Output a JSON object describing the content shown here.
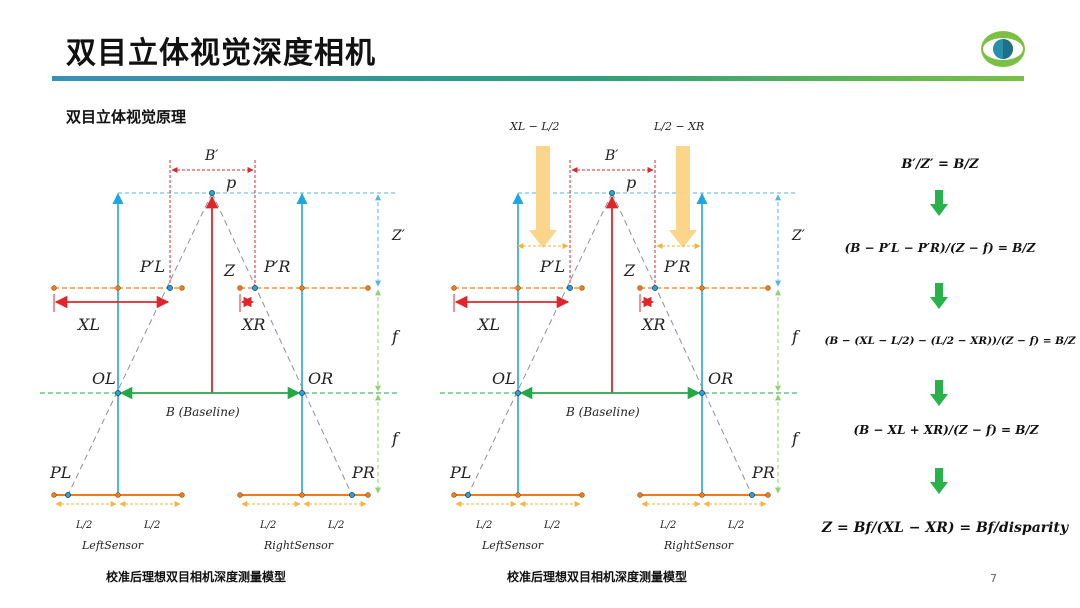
{
  "page": {
    "title": "双目立体视觉深度相机",
    "subtitle": "双目立体视觉原理",
    "page_number": "7"
  },
  "left_diagram": {
    "caption": "校准后理想双目相机深度测量模型",
    "labels": {
      "b_prime": "B′",
      "p": "p",
      "z_prime": "Z′",
      "pl_prime": "P′L",
      "pr_prime": "P′R",
      "z": "Z",
      "xl": "XL",
      "xr": "XR",
      "f_upper": "f",
      "f_lower": "f",
      "ol": "OL",
      "or": "OR",
      "baseline": "B (Baseline)",
      "pl": "PL",
      "pr": "PR",
      "half_l1": "L/2",
      "half_l2": "L/2",
      "half_r1": "L/2",
      "half_r2": "L/2",
      "left_sensor": "LeftSensor",
      "right_sensor": "RightSensor"
    }
  },
  "right_diagram": {
    "caption": "校准后理想双目相机深度测量模型",
    "labels": {
      "b_prime": "B′",
      "p": "p",
      "z_prime": "Z′",
      "pl_prime": "P′L",
      "pr_prime": "P′R",
      "z": "Z",
      "xl": "XL",
      "xr": "XR",
      "f_upper": "f",
      "f_lower": "f",
      "ol": "OL",
      "or": "OR",
      "baseline": "B (Baseline)",
      "pl": "PL",
      "pr": "PR",
      "arrow_left_label": "XL − L/2",
      "arrow_right_label": "L/2 − XR",
      "half_l1": "L/2",
      "half_l2": "L/2",
      "half_r1": "L/2",
      "half_r2": "L/2",
      "left_sensor": "LeftSensor",
      "right_sensor": "RightSensor"
    }
  },
  "equations": {
    "eq1": "B′/Z′ = B/Z",
    "eq2": "(B − P′L − P′R)/(Z − f) = B/Z",
    "eq3": "(B − (XL − L/2) − (L/2 − XR))/(Z − f) = B/Z",
    "eq4": "(B − XL + XR)/(Z − f) = B/Z",
    "eq5": "Z = Bf/(XL − XR) = Bf/disparity"
  },
  "colors": {
    "red": "#e0252b",
    "blue": "#1ea6e0",
    "green": "#22a846",
    "orange": "#f07b1d",
    "yellow_arrow": "#fbd68a",
    "lightgreen": "#8fd46a",
    "gray": "#8a8fa8",
    "arrow_green": "#27b24a"
  }
}
